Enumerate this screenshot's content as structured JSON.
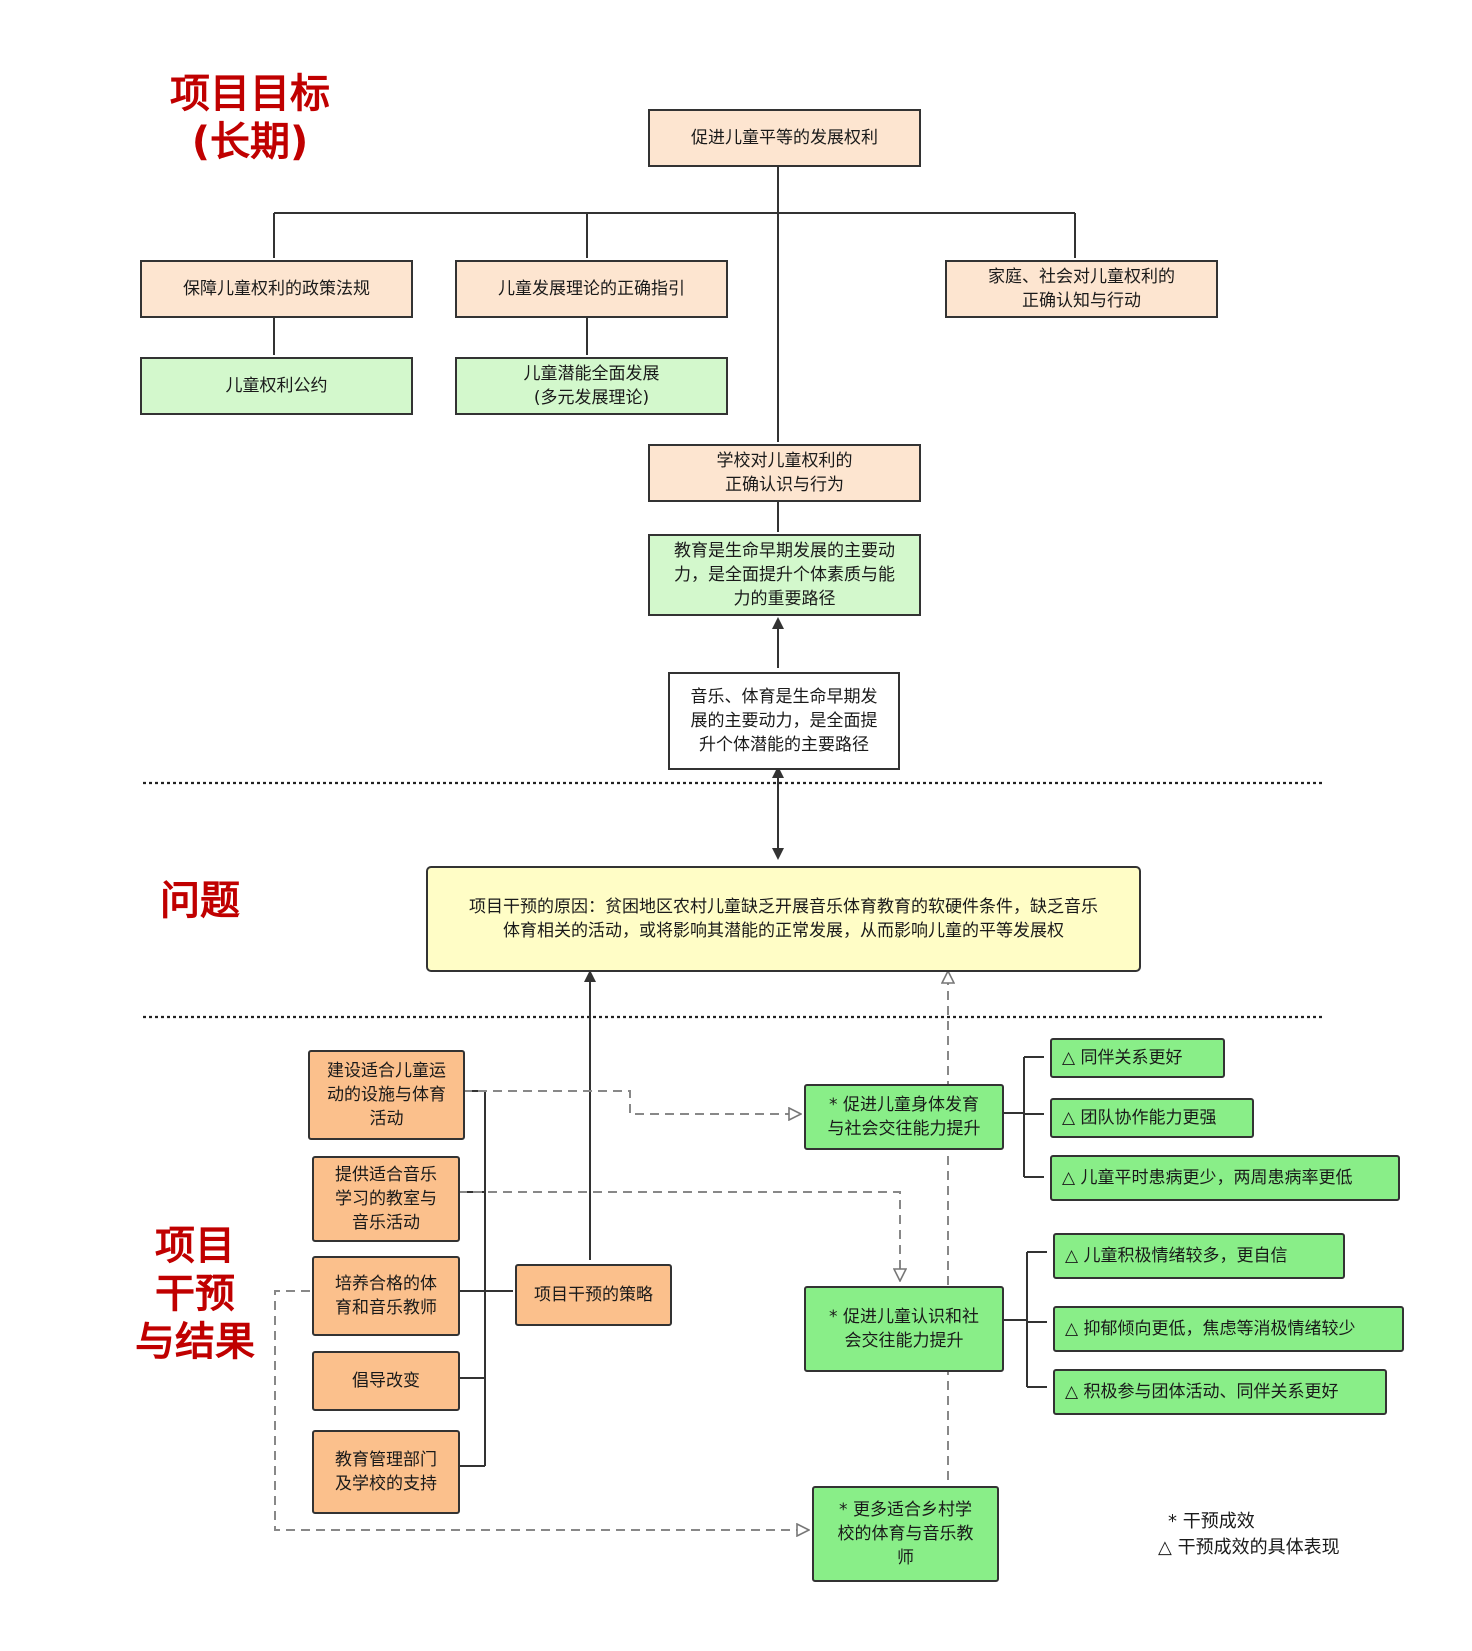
{
  "sections": {
    "goal_line1": "项目目标",
    "goal_line2": "(长期)",
    "problem": "问题",
    "intervention_line1": "项目",
    "intervention_line2": "干预",
    "intervention_line3": "与结果"
  },
  "goals": {
    "top": "促进儿童平等的发展权利",
    "policy": "保障儿童权利的政策法规",
    "theory": "儿童发展理论的正确指引",
    "family": "家庭、社会对儿童权利的\n正确认知与行动",
    "convention": "儿童权利公约",
    "potential": "儿童潜能全面发展\n(多元发展理论)",
    "school": "学校对儿童权利的\n正确认识与行为",
    "education": "教育是生命早期发展的主要动\n力，是全面提升个体素质与能\n力的重要路径",
    "music_sports": "音乐、体育是生命早期发\n展的主要动力，是全面提\n升个体潜能的主要路径"
  },
  "problem": {
    "text": "项目干预的原因：贫困地区农村儿童缺乏开展音乐体育教育的软硬件条件，缺乏音乐\n体育相关的活动，或将影响其潜能的正常发展，从而影响儿童的平等发展权"
  },
  "strategies": {
    "s1": "建设适合儿童运\n动的设施与体育\n活动",
    "s2": "提供适合音乐\n学习的教室与\n音乐活动",
    "s3": "培养合格的体\n育和音乐教师",
    "s4": "倡导改变",
    "s5": "教育管理部门\n及学校的支持",
    "center": "项目干预的策略"
  },
  "outcomes": {
    "o1": "* 促进儿童身体发育\n与社会交往能力提升",
    "o2": "* 促进儿童认识和社\n会交往能力提升",
    "o3": "* 更多适合乡村学\n校的体育与音乐教\n师"
  },
  "indicators": {
    "a1": "△ 同伴关系更好",
    "a2": "△ 团队协作能力更强",
    "a3": "△ 儿童平时患病更少，两周患病率更低",
    "b1": "△ 儿童积极情绪较多，更自信",
    "b2": "△ 抑郁倾向更低，焦虑等消极情绪较少",
    "b3": "△ 积极参与团体活动、同伴关系更好"
  },
  "legend": {
    "star": "* 干预成效",
    "triangle": "△ 干预成效的具体表现"
  },
  "colors": {
    "title_red": "#c00000",
    "peach": "#fde5d0",
    "light_green": "#d3f8cc",
    "yellow": "#fffdc6",
    "orange": "#fbc08c",
    "green": "#89ee88"
  }
}
